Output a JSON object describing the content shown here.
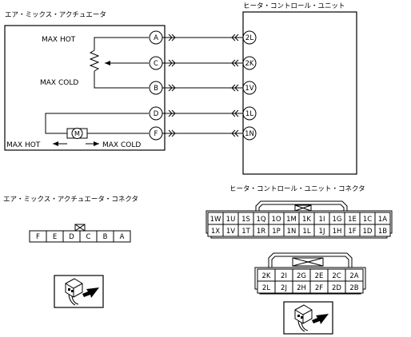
{
  "actuator": {
    "title": "エア・ミックス・アクチュエータ",
    "max_hot": "MAX HOT",
    "max_cold": "MAX COLD",
    "motor": "M",
    "motor_hot": "MAX HOT",
    "motor_cold": "MAX COLD",
    "pins": [
      "A",
      "C",
      "B",
      "D",
      "F"
    ]
  },
  "control_unit": {
    "title": "ヒータ・コントロール・ユニット",
    "pins": [
      "2L",
      "2K",
      "1V",
      "1L",
      "1N"
    ]
  },
  "actuator_connector": {
    "title": "エア・ミックス・アクチュエータ・コネクタ",
    "cells": [
      "F",
      "E",
      "D",
      "C",
      "B",
      "A"
    ]
  },
  "unit_connector": {
    "title": "ヒータ・コントロール・ユニット・コネクタ",
    "upper": {
      "row1": [
        "1W",
        "1U",
        "1S",
        "1Q",
        "1O",
        "1M",
        "1K",
        "1I",
        "1G",
        "1E",
        "1C",
        "1A"
      ],
      "row2": [
        "1X",
        "1V",
        "1T",
        "1R",
        "1P",
        "1N",
        "1L",
        "1J",
        "1H",
        "1F",
        "1D",
        "1B"
      ]
    },
    "lower": {
      "row1": [
        "2K",
        "2I",
        "2G",
        "2E",
        "2C",
        "2A"
      ],
      "row2": [
        "2L",
        "2J",
        "2H",
        "2F",
        "2D",
        "2B"
      ]
    }
  }
}
